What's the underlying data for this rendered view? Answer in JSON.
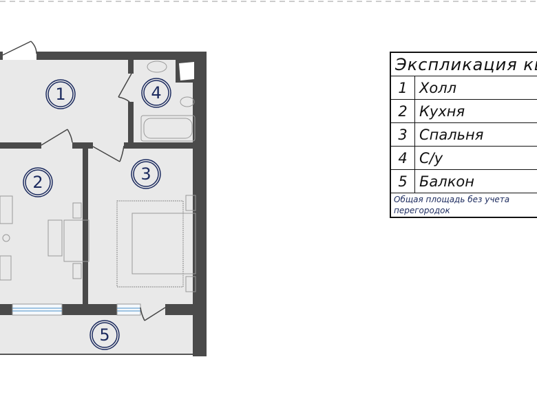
{
  "rooms": [
    {
      "number": "1",
      "name": "Холл"
    },
    {
      "number": "2",
      "name": "Кухня"
    },
    {
      "number": "3",
      "name": "Спальня"
    },
    {
      "number": "4",
      "name": "С/у"
    },
    {
      "number": "5",
      "name": "Балкон"
    }
  ],
  "legend": {
    "title": "Экспликация кв",
    "note": "Общая площадь без учета перегородок"
  },
  "colors": {
    "wall": "#4a4a4a",
    "floor": "#e9e9e9",
    "label": "#1b2a5e",
    "window": "#4a8fc8"
  }
}
